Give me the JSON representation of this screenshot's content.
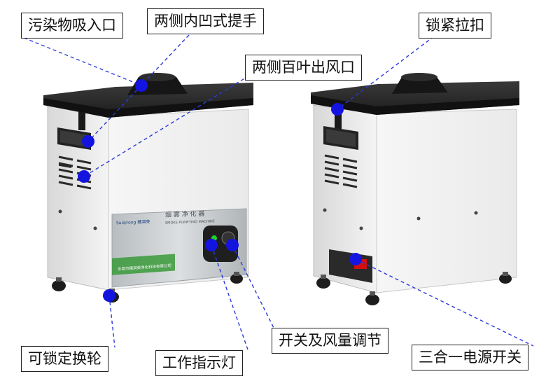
{
  "callouts": {
    "intake": "污染物吸入口",
    "handle": "两侧内凹式提手",
    "louver": "两侧百叶出风口",
    "lock": "锁紧拉扣",
    "switch": "开关及风量调节",
    "wheel": "可锁定换轮",
    "indicator": "工作指示灯",
    "power": "三合一电源开关"
  },
  "front_panel": {
    "brand": "Suiqirong 穗淇荣",
    "product_title": "烟 雾 净 化 器",
    "product_subtitle": "SMOKE PURIFYING MACHINE",
    "company": "东莞市穗淇荣净化科技有限公司"
  },
  "colors": {
    "marker": "#1414e0",
    "leader_line": "#2a3ad8",
    "unit_body": "#f2f2f2",
    "unit_top": "#2b2b2b",
    "panel": "#c8ccce",
    "indicator_led": "#22cc33",
    "power_switch": "#d01010"
  }
}
